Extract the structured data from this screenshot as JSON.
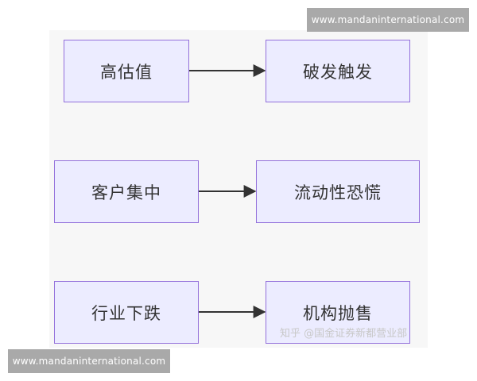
{
  "watermarks": {
    "top": "www.mandaninternational.com",
    "bottom": "www.mandaninternational.com"
  },
  "credit": "知乎 @国金证券新都营业部",
  "diagram": {
    "rows": [
      {
        "cause": "高估值",
        "effect": "破发触发"
      },
      {
        "cause": "客户集中",
        "effect": "流动性恐慌"
      },
      {
        "cause": "行业下跌",
        "effect": "机构抛售"
      }
    ]
  },
  "colors": {
    "node_fill": "#ececff",
    "node_border": "#9370db",
    "edge": "#333333",
    "background": "#f7f7f7"
  }
}
